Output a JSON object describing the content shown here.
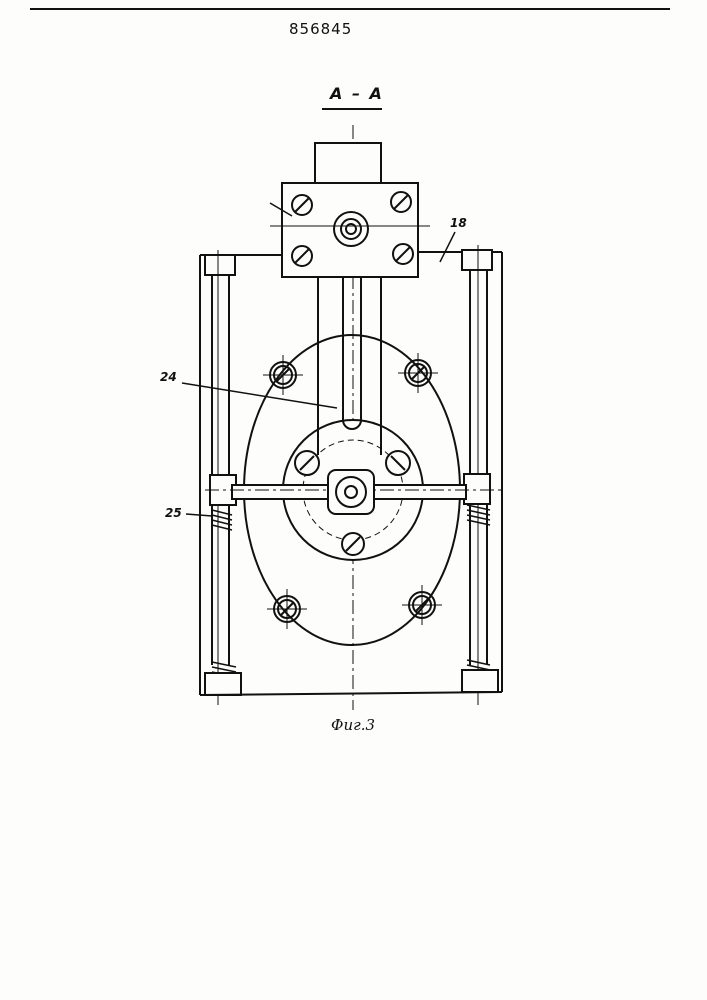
{
  "document": {
    "patent_number": "856845",
    "section_label": "A – A",
    "figure_caption": "Фиг.3"
  },
  "callouts": {
    "label_18": "18",
    "label_24": "24",
    "label_25": "25"
  },
  "colors": {
    "ink": "#111111",
    "paper": "#fdfdfb"
  }
}
